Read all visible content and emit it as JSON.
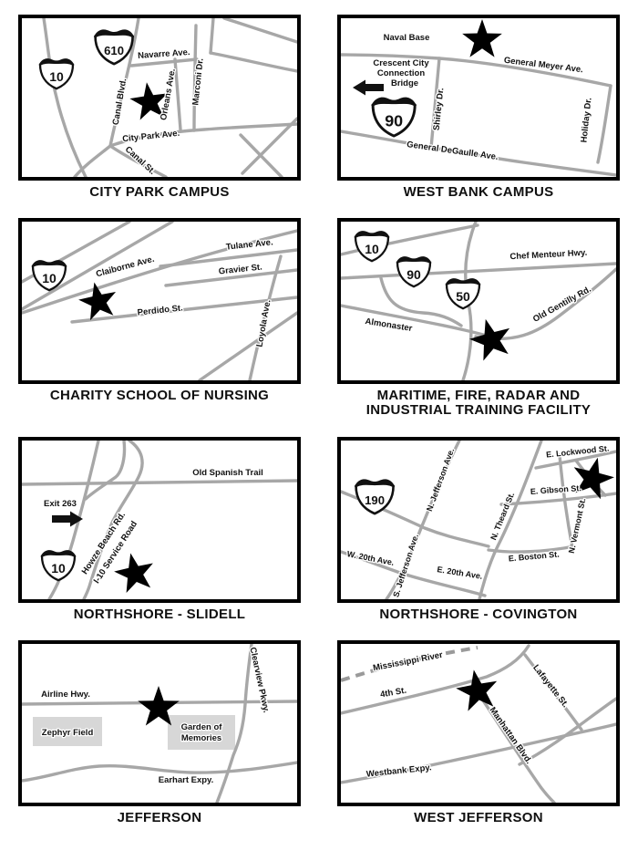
{
  "colors": {
    "road": "#a7a7a7",
    "border": "#000000",
    "area_fill": "#d7d7d7",
    "background": "#ffffff",
    "star": "#000000"
  },
  "maps": [
    {
      "name": "city-park-campus",
      "title": "CITY PARK CAMPUS",
      "shields": {
        "i610": "610",
        "i10": "10"
      },
      "labels": {
        "navarre": "Navarre Ave.",
        "canal_blvd": "Canal Blvd.",
        "orleans": "Orleans Ave.",
        "marconi": "Marconi Dr.",
        "city_park": "City Park Ave.",
        "canal_st": "Canal St."
      }
    },
    {
      "name": "west-bank-campus",
      "title": "WEST BANK CAMPUS",
      "shields": {
        "us90": "90"
      },
      "labels": {
        "naval_base": "Naval Base",
        "bridge_line1": "Crescent City",
        "bridge_line2": "Connection",
        "bridge_line3": "Bridge",
        "general_meyer": "General Meyer Ave.",
        "shirley": "Shirley Dr.",
        "holiday": "Holiday Dr.",
        "general_degaulle": "General DeGaulle Ave."
      }
    },
    {
      "name": "charity-school-of-nursing",
      "title": "CHARITY SCHOOL OF NURSING",
      "shields": {
        "i10": "10"
      },
      "labels": {
        "tulane": "Tulane Ave.",
        "claiborne": "Claiborne Ave.",
        "gravier": "Gravier St.",
        "perdido": "Perdido St.",
        "loyola": "Loyola Ave."
      }
    },
    {
      "name": "maritime-fire-radar-industrial-training-facility",
      "title": "MARITIME, FIRE, RADAR AND INDUSTRIAL TRAINING FACILITY",
      "shields": {
        "i10": "10",
        "us90": "90",
        "la50": "50"
      },
      "labels": {
        "chef_menteur": "Chef Menteur Hwy.",
        "almonaster": "Almonaster",
        "old_gentilly": "Old Gentilly Rd."
      }
    },
    {
      "name": "northshore-slidell",
      "title": "NORTHSHORE - SLIDELL",
      "shields": {
        "i10": "10"
      },
      "labels": {
        "old_spanish_trail": "Old Spanish Trail",
        "exit": "Exit 263",
        "howze": "Howze Beach Rd.",
        "service": "I-10 Service Road"
      }
    },
    {
      "name": "northshore-covington",
      "title": "NORTHSHORE - COVINGTON",
      "shields": {
        "us190": "190"
      },
      "labels": {
        "n_jefferson": "N. Jefferson Ave.",
        "e_lockwood": "E. Lockwood St.",
        "e_gibson": "E. Gibson St.",
        "n_theard": "N. Theard St.",
        "n_vermont": "N. Vermont St.",
        "e_boston": "E. Boston St.",
        "w_20th": "W. 20th Ave.",
        "s_jefferson": "S. Jefferson Ave.",
        "e_20th": "E. 20th Ave."
      }
    },
    {
      "name": "jefferson",
      "title": "JEFFERSON",
      "labels": {
        "airline": "Airline Hwy.",
        "zephyr": "Zephyr Field",
        "garden_line1": "Garden of",
        "garden_line2": "Memories",
        "clearview": "Clearview Pkwy.",
        "earhart": "Earhart Expy."
      }
    },
    {
      "name": "west-jefferson",
      "title": "WEST JEFFERSON",
      "labels": {
        "mississippi": "Mississippi River",
        "fourth": "4th St.",
        "lafayette": "Lafayette St.",
        "manhattan": "Manhattan Blvd.",
        "westbank": "Westbank Expy."
      }
    }
  ]
}
